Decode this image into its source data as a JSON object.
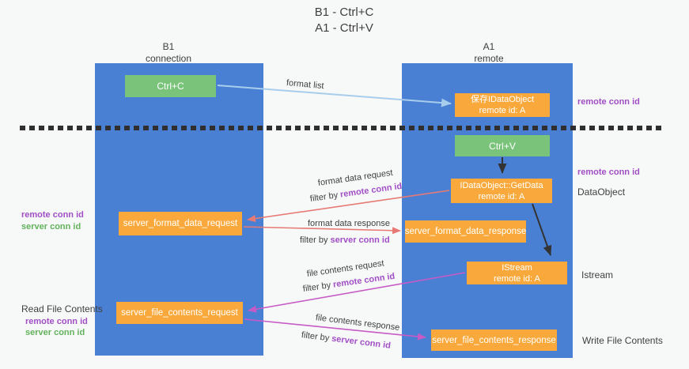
{
  "title": {
    "line1": "B1 - Ctrl+C",
    "line2": "A1 - Ctrl+V"
  },
  "columns": {
    "left": {
      "name": "B1",
      "subtitle": "connection"
    },
    "right": {
      "name": "A1",
      "subtitle": "remote"
    }
  },
  "nodes": {
    "ctrl_c": {
      "label": "Ctrl+C"
    },
    "ctrl_v": {
      "label": "Ctrl+V"
    },
    "save_idataobject": {
      "line1": "保存IDataObject",
      "line2": "remote id: A"
    },
    "getdata": {
      "line1": "IDataObject::GetData",
      "line2": "remote id: A"
    },
    "istream": {
      "line1": "IStream",
      "line2": "remote id: A"
    },
    "server_format_data_request": {
      "label": "server_format_data_request"
    },
    "server_format_data_response": {
      "label": "server_format_data_response"
    },
    "server_file_contents_request": {
      "label": "server_file_contents_request"
    },
    "server_file_contents_response": {
      "label": "server_file_contents_response"
    }
  },
  "arrows": {
    "format_list": {
      "label": "format list"
    },
    "format_request": {
      "label": "format data request",
      "filter_prefix": "filter by",
      "filter_key": "remote conn id"
    },
    "format_response": {
      "label": "format data response",
      "filter_prefix": "filter by",
      "filter_key": "server conn id"
    },
    "file_request": {
      "label": "file contents request",
      "filter_prefix": "filter by",
      "filter_key": "remote conn id"
    },
    "file_response": {
      "label": "file contents response",
      "filter_prefix": "filter by",
      "filter_key": "server conn id"
    }
  },
  "side_labels": {
    "remote_conn_top_right": "remote conn id",
    "remote_conn_mid_right": "remote conn id",
    "dataobject": "DataObject",
    "istream": "Istream",
    "write_file_contents": "Write File Contents",
    "format_remote_conn_left": "remote conn id",
    "format_server_conn_left": "server conn id",
    "read_file_contents": "Read File Contents",
    "file_remote_conn_left": "remote conn id",
    "file_server_conn_left": "server conn id"
  },
  "colors": {
    "page_bg": "#f7f8f8",
    "column_blue": "#4a80d4",
    "box_green": "#79c37b",
    "box_orange": "#f9a93c",
    "box_text": "#ffffff",
    "text_dark": "#3f3f3f",
    "label_purple": "#a14fc6",
    "label_green": "#63b25c",
    "arrow_blue": "#a8cdec",
    "arrow_red": "#e87a74",
    "arrow_magenta": "#c75bc5",
    "arrow_black": "#333333",
    "dashed_line": "#2f2f2f"
  }
}
